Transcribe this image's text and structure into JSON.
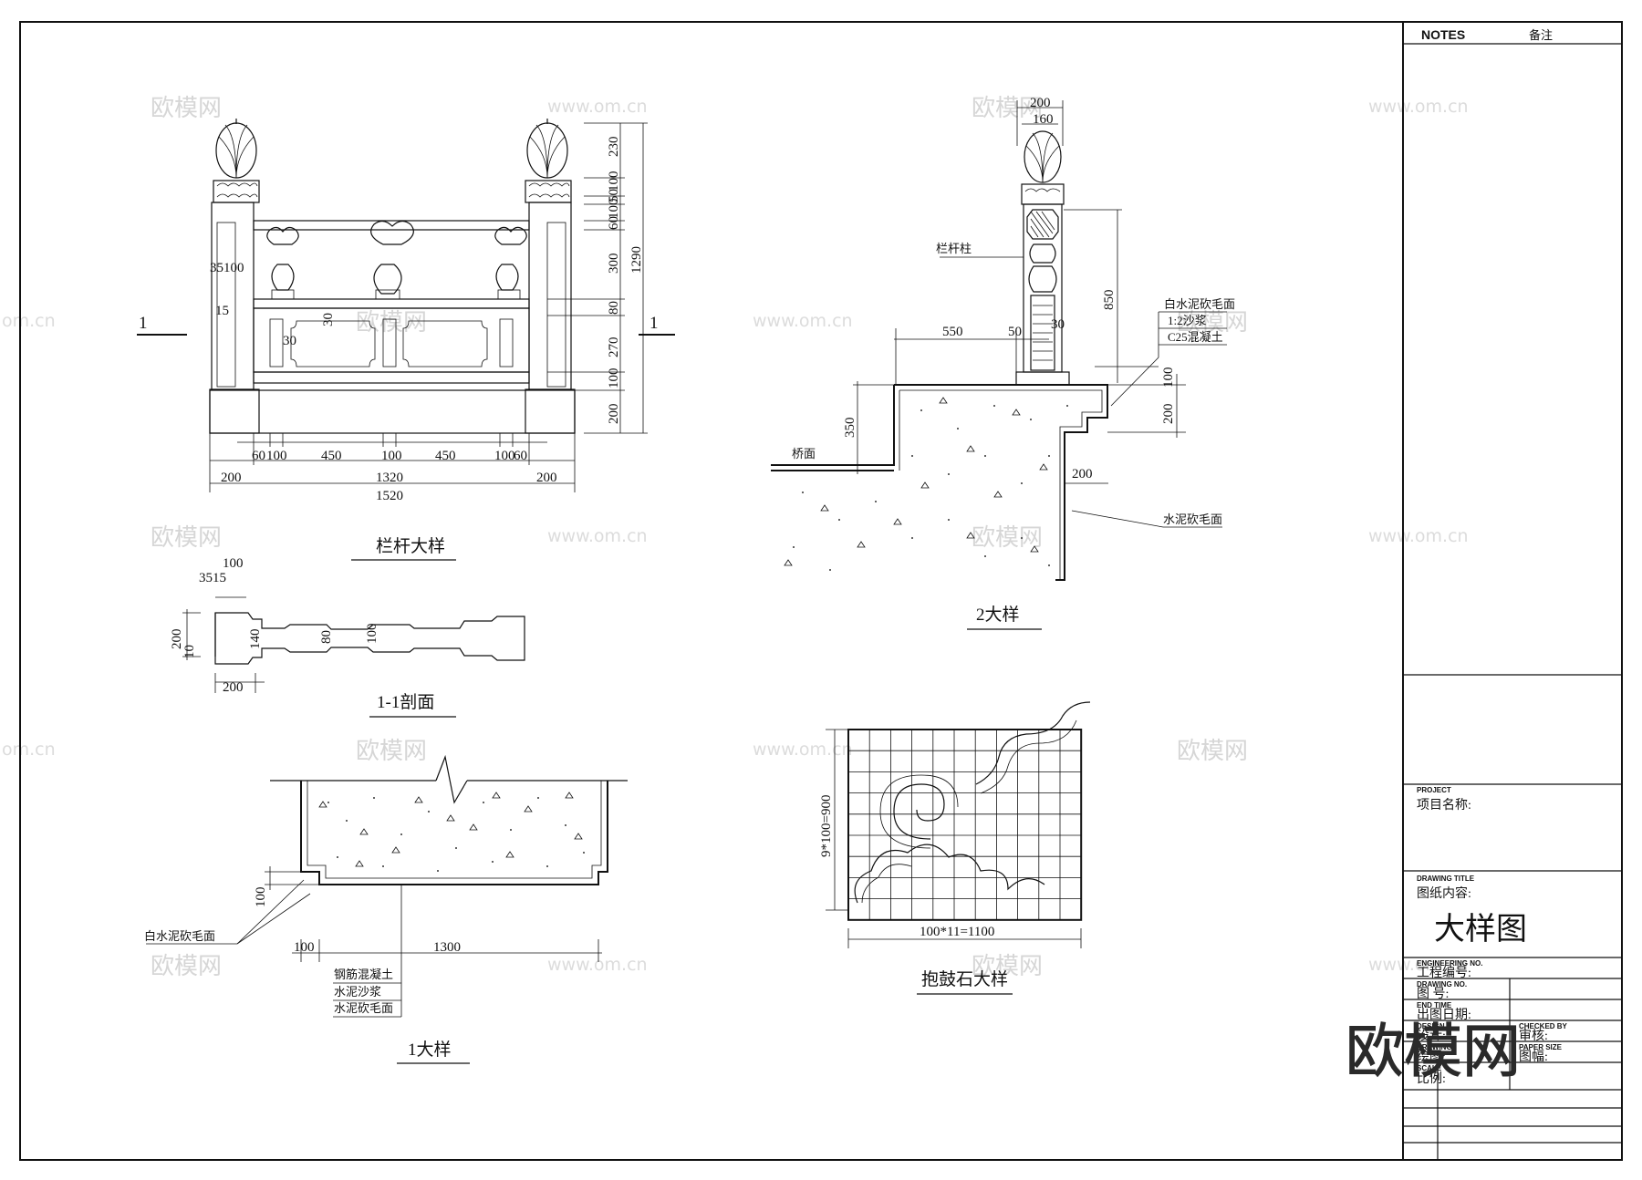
{
  "notes": {
    "label_en": "NOTES",
    "label_cn": "备注"
  },
  "titles": {
    "railing": "栏杆大样",
    "section_1_1": "1-1剖面",
    "detail_2": "2大样",
    "detail_1": "1大样",
    "drum_stone": "抱鼓石大样"
  },
  "section_marks": {
    "left": "1",
    "right": "1"
  },
  "railing_dims": {
    "bottom_row": [
      "60",
      "100",
      "450",
      "100",
      "450",
      "100",
      "60"
    ],
    "mid_row": [
      "200",
      "1320",
      "200"
    ],
    "total": "1520",
    "right_col": [
      "230",
      "100",
      "50",
      "100",
      "60",
      "300",
      "80",
      "270",
      "100",
      "200"
    ],
    "height_total": "1290",
    "left_small": [
      "35",
      "100",
      "15"
    ],
    "inner": [
      "30",
      "30"
    ]
  },
  "section_dims": {
    "top": "100",
    "top_small": "3515",
    "left_h": "200",
    "left_small": "10",
    "mid1": "140",
    "mid2": "80",
    "mid3": "100",
    "bottom": "200"
  },
  "detail2": {
    "top1": "200",
    "top2": "160",
    "post_label": "栏杆柱",
    "h850": "850",
    "w550": "550",
    "w50": "50",
    "w30": "30",
    "layer1": "白水泥砍毛面",
    "layer2": "1:2沙浆",
    "layer3": "C25混凝土",
    "h100": "100",
    "h200": "200",
    "h350": "350",
    "bridge": "桥面",
    "w200": "200",
    "cement": "水泥砍毛面"
  },
  "detail1": {
    "h100": "100",
    "w100": "100",
    "w1300": "1300",
    "white_cement": "白水泥砍毛面",
    "layers": [
      "钢筋混凝土",
      "水泥沙浆",
      "水泥砍毛面"
    ]
  },
  "drum": {
    "vertical": "9*100=900",
    "horizontal": "100*11=1100"
  },
  "title_block": {
    "project_en": "PROJECT",
    "project_cn": "项目名称:",
    "drawing_title_en": "DRAWING TITLE",
    "drawing_title_cn": "图纸内容:",
    "drawing_name": "大样图",
    "eng_no_en": "ENGINEERING NO.",
    "eng_no_cn": "工程编号:",
    "drawing_no_en": "DRAWING NO.",
    "drawing_no_cn": "图 号:",
    "end_time_en": "END TIME",
    "end_time_cn": "出图日期:",
    "design_en": "DESIGN",
    "design_cn": "设计:",
    "checked_en": "CHECKED BY",
    "checked_cn": "审核:",
    "drawing_en": "DRAWING",
    "drawing_cn": "绘图:",
    "paper_en": "PAPER SIZE",
    "paper_cn": "图幅:",
    "scale_en": "SCALE",
    "scale_cn": "比例:"
  },
  "watermarks": {
    "cn": "欧模网",
    "url": "www.om.cn",
    "url_partial": "om.cn",
    "logo": "欧模网"
  }
}
